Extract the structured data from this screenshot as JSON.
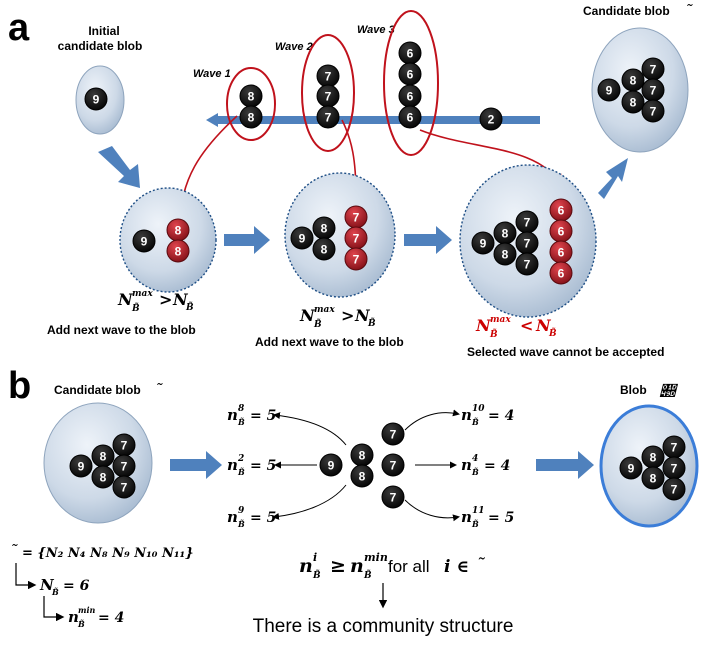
{
  "panel_a": {
    "label": "a",
    "initial_label_1": "Initial",
    "initial_label_2": "candidate blob",
    "wave1_label": "Wave 1",
    "wave2_label": "Wave 2",
    "wave3_label": "Wave 3",
    "candidate_label": "Candidate blob",
    "condition1_lhs": "N",
    "condition_sup": "max",
    "condition_sub": "B̃",
    "condition1_op": ">",
    "condition3_op": "<",
    "caption1": "Add next wave to the blob",
    "caption2": "Add next wave to the blob",
    "caption3": "Selected wave cannot be accepted"
  },
  "panel_b": {
    "label": "b",
    "candidate_label": "Candidate blob",
    "blob_label": "Blob",
    "set_def": "= {N₂ N₄ N₈ N₉ N₁₀ N₁₁}",
    "size_def": "= 6",
    "min_def": "= 4",
    "n8": "8",
    "n8_val": "= 5",
    "n2": "2",
    "n2_val": "= 5",
    "n9": "9",
    "n9_val": "= 5",
    "n10": "10",
    "n10_val": "= 4",
    "n4": "4",
    "n4_val": "= 4",
    "n11": "11",
    "n11_val": "= 5",
    "criterion": "≥",
    "criterion_text": "for all",
    "conclusion": "There is a community structure"
  },
  "node_labels": {
    "nine": "9",
    "eight": "8",
    "seven": "7",
    "six": "6",
    "two": "2"
  },
  "colors": {
    "node_dark": "#0e0e0e",
    "node_red": "#b01824",
    "blob_fill": "#c9d5e3",
    "arrow_blue": "#4f81bd",
    "ellipse_red": "#c0121c",
    "red_text": "#cc0000"
  }
}
